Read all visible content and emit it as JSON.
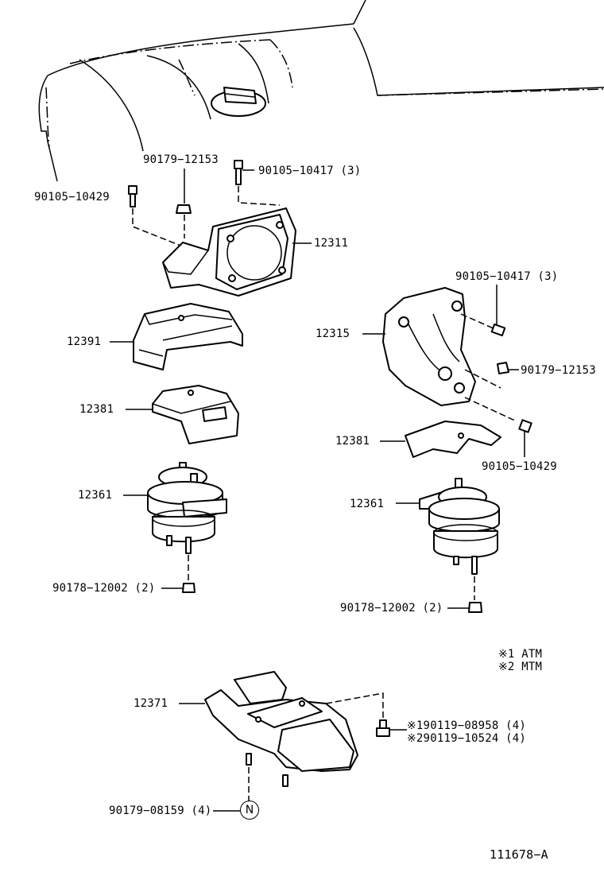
{
  "labels": {
    "bolt_10429_left": "90105−10429",
    "nut_12153_left": "90179−12153",
    "bolt_10417_left": "90105−10417 (3)",
    "bracket_12311": "12311",
    "insulator_12391": "12391",
    "stopper_12381_left": "12381",
    "insulator_12361_left": "12361",
    "nut_12002_left": "90178−12002 (2)",
    "bolt_10417_right": "90105−10417 (3)",
    "bracket_12315": "12315",
    "nut_12153_right": "90179−12153",
    "stopper_12381_right": "12381",
    "bolt_10429_right": "90105−10429",
    "insulator_12361_right": "12361",
    "nut_12002_right": "90178−12002 (2)",
    "member_12371": "12371",
    "bolt_08958": "※190119−08958 (4)",
    "bolt_10524": "※290119−10524 (4)",
    "nut_08159": "90179−08159 (4)",
    "circle_n": "N"
  },
  "legend": {
    "atm": "※1 ATM",
    "mtm": "※2 MTM"
  },
  "figure_code": "111678−A"
}
